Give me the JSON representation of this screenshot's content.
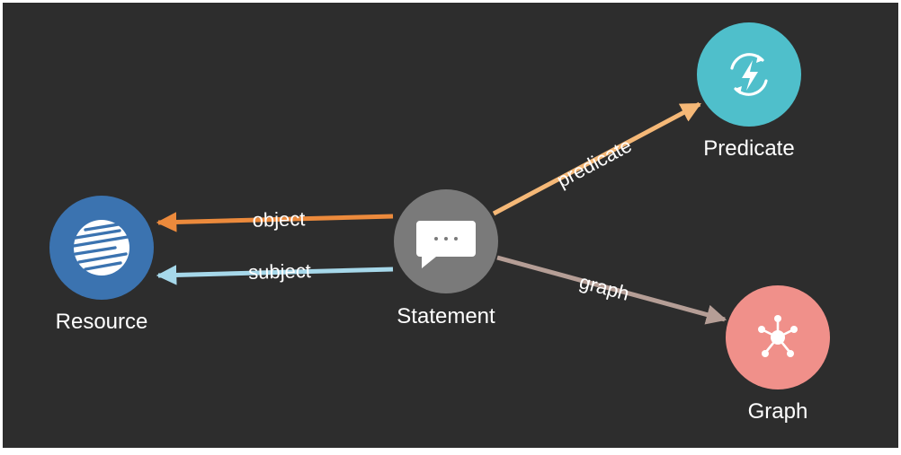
{
  "colors": {
    "background": "#2d2d2d",
    "resource_fill": "#3b73b0",
    "statement_fill": "#7a7a7a",
    "predicate_fill": "#4fbfcb",
    "graph_fill": "#f0908a",
    "edge_object": "#ec8a3c",
    "edge_subject": "#a6d8ea",
    "edge_predicate": "#f5b877",
    "edge_graph": "#b59e96",
    "label": "#ffffff"
  },
  "nodes": {
    "resource": {
      "label": "Resource",
      "icon": "globe-icon"
    },
    "statement": {
      "label": "Statement",
      "icon": "speech-bubble-icon"
    },
    "predicate": {
      "label": "Predicate",
      "icon": "lightning-cycle-icon"
    },
    "graph": {
      "label": "Graph",
      "icon": "hub-icon"
    }
  },
  "edges": {
    "object": {
      "label": "object"
    },
    "subject": {
      "label": "subject"
    },
    "predicate": {
      "label": "predicate"
    },
    "graph": {
      "label": "graph"
    }
  }
}
